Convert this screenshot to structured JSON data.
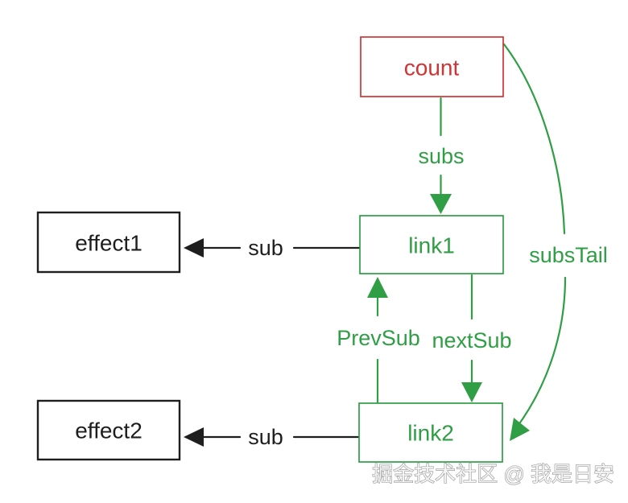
{
  "canvas": {
    "background_color": "#ffffff"
  },
  "colors": {
    "red": "#d03434",
    "green": "#2f9e44",
    "black": "#1e1e1e",
    "watermark_gray": "#8e8e8e"
  },
  "nodes": {
    "count": {
      "label": "count",
      "color": "#d03434"
    },
    "link1": {
      "label": "link1",
      "color": "#2f9e44"
    },
    "link2": {
      "label": "link2",
      "color": "#2f9e44"
    },
    "effect1": {
      "label": "effect1",
      "color": "#1e1e1e"
    },
    "effect2": {
      "label": "effect2",
      "color": "#1e1e1e"
    }
  },
  "edges": {
    "subs": {
      "label": "subs",
      "from": "count",
      "to": "link1",
      "color": "#2f9e44",
      "shape": "straight-down"
    },
    "subsTail": {
      "label": "subsTail",
      "from": "count",
      "to": "link2",
      "color": "#2f9e44",
      "shape": "curved-right"
    },
    "sub1": {
      "label": "sub",
      "from": "link1",
      "to": "effect1",
      "color": "#1e1e1e",
      "shape": "straight-left"
    },
    "prevSub": {
      "label": "PrevSub",
      "from": "link2",
      "to": "link1",
      "color": "#2f9e44",
      "shape": "straight-up"
    },
    "nextSub": {
      "label": "nextSub",
      "from": "link1",
      "to": "link2",
      "color": "#2f9e44",
      "shape": "straight-down"
    },
    "sub2": {
      "label": "sub",
      "from": "link2",
      "to": "effect2",
      "color": "#1e1e1e",
      "shape": "straight-left"
    }
  },
  "watermark": {
    "text": "掘金技术社区 @ 我是日安"
  }
}
